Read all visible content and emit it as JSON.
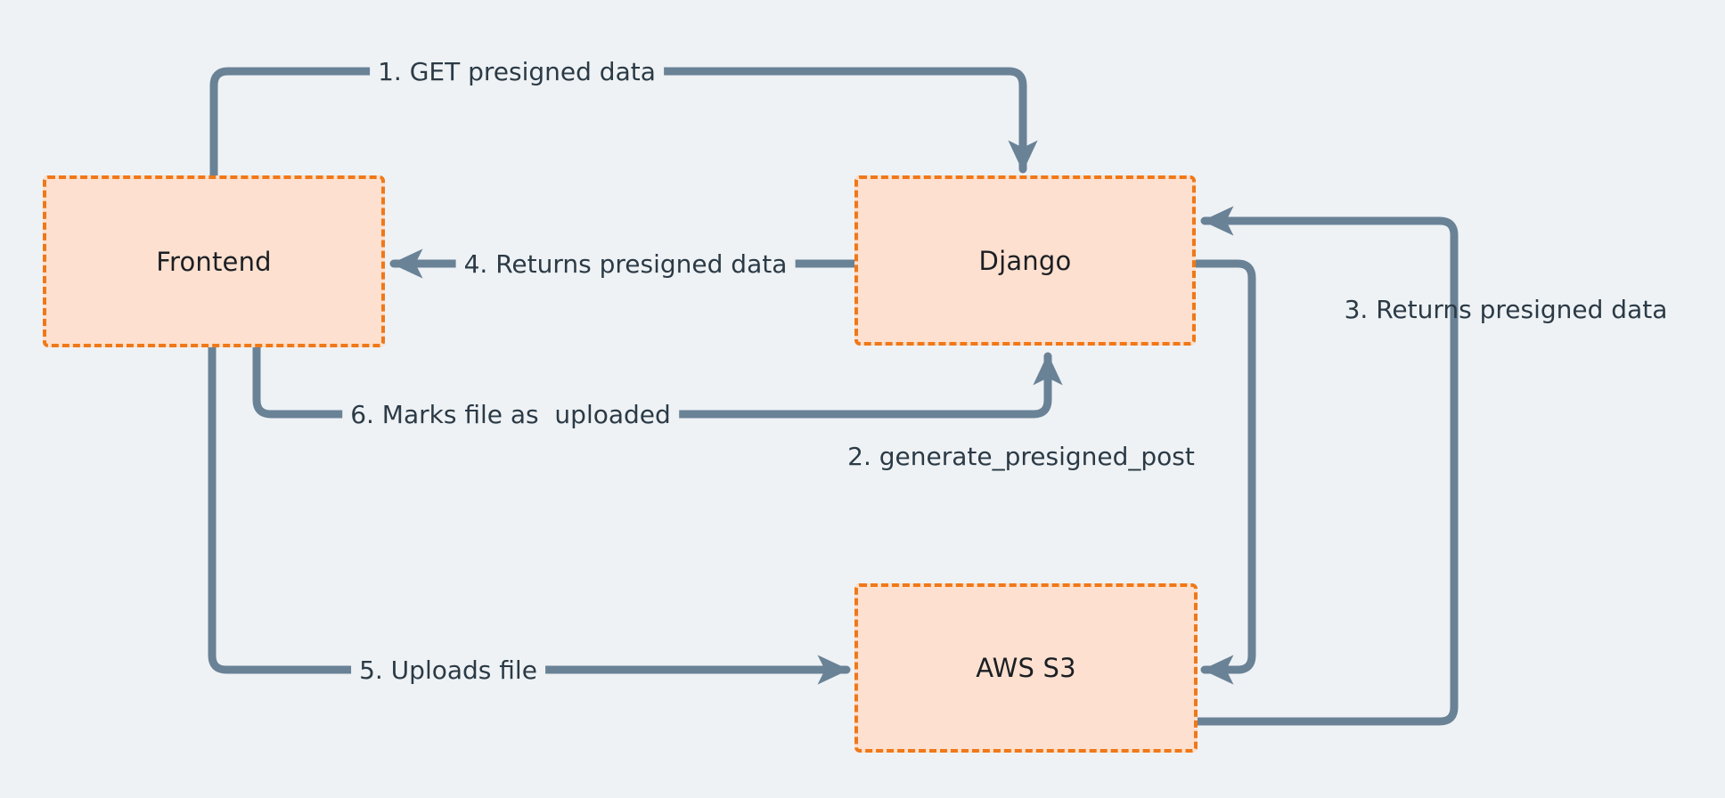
{
  "diagram": {
    "type": "flow-diagram",
    "title": "S3 presigned POST upload flow",
    "background_color": "#eef2f5",
    "node_fill_color": "#fde0cf",
    "node_border_color": "#f07818",
    "edge_color": "#6a8296",
    "label_text_color": "#2b3a45",
    "nodes": [
      {
        "id": "frontend",
        "label": "Frontend"
      },
      {
        "id": "django",
        "label": "Django"
      },
      {
        "id": "s3",
        "label": "AWS S3"
      }
    ],
    "edges": [
      {
        "id": "e1",
        "label": "1. GET presigned data",
        "from": "frontend",
        "to": "django"
      },
      {
        "id": "e2",
        "label": "2. generate_presigned_post",
        "from": "django",
        "to": "s3"
      },
      {
        "id": "e3",
        "label": "3. Returns presigned data",
        "from": "s3",
        "to": "django"
      },
      {
        "id": "e4",
        "label": "4. Returns presigned data",
        "from": "django",
        "to": "frontend"
      },
      {
        "id": "e5",
        "label": "5. Uploads file",
        "from": "frontend",
        "to": "s3"
      },
      {
        "id": "e6",
        "label": "6. Marks file as  uploaded",
        "from": "frontend",
        "to": "django"
      }
    ]
  }
}
